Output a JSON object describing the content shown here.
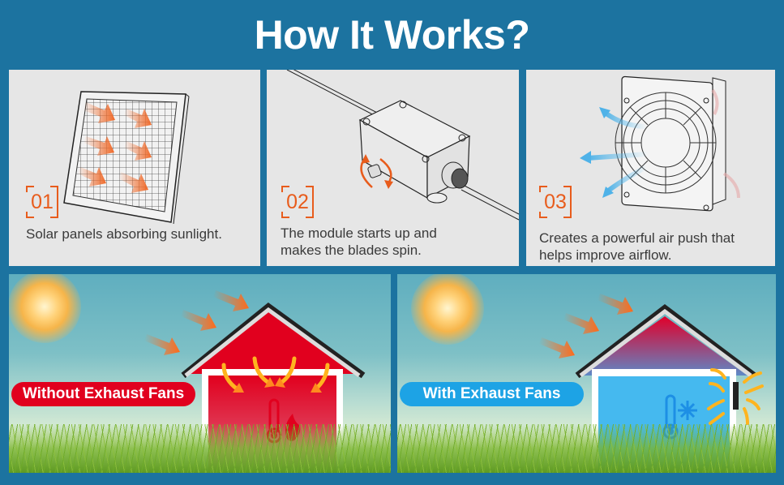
{
  "header": {
    "title": "How It Works?"
  },
  "steps": [
    {
      "number": "01",
      "description": "Solar panels absorbing sunlight.",
      "illustration": "solar-panel-icon"
    },
    {
      "number": "02",
      "description_line1": "The module starts up and",
      "description_line2": "makes the blades spin.",
      "illustration": "control-module-icon"
    },
    {
      "number": "03",
      "description_line1": "Creates a powerful air push that",
      "description_line2": "helps improve airflow.",
      "illustration": "exhaust-fan-icon"
    }
  ],
  "comparison": [
    {
      "label": "Without Exhaust Fans",
      "badge_color": "#e1001e",
      "house_color": "#e1001e",
      "status_icon": "thermometer-fire-icon"
    },
    {
      "label": "With Exhaust Fans",
      "badge_color": "#1da3e5",
      "house_color": "#45b9ef",
      "status_icon": "thermometer-snowflake-icon"
    }
  ],
  "colors": {
    "background": "#1c73a0",
    "accent_orange": "#e85c1c",
    "panel_bg": "#e6e6e6",
    "text": "#3a3a3a"
  }
}
